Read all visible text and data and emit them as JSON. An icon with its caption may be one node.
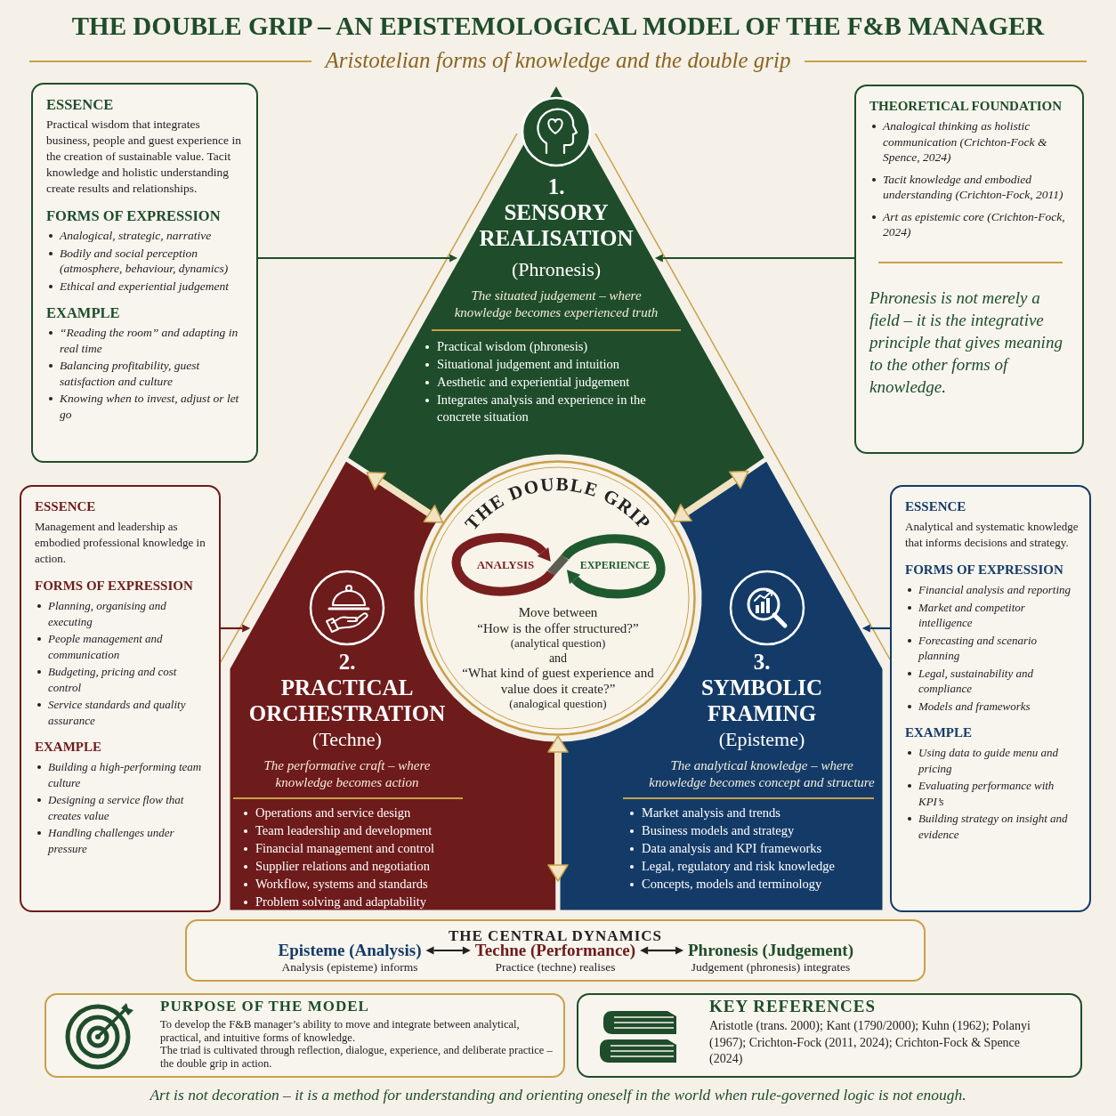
{
  "diagram": {
    "title": "THE DOUBLE GRIP – AN EPISTEMOLOGICAL MODEL OF THE F&B MANAGER",
    "caption": "Art is not decoration – it is a method for understanding and orienting oneself in the world when rule-governed logic is not enough.",
    "nodes": [
      {
        "text": [
          "ESSENCE",
          "Practical wisdom that integrates business, people and guest experience in the creation of sustainable value. Tacit knowledge and holistic understanding create results and relationships.",
          "FORMS OF EXPRESSION",
          "Analogical, strategic, narrative",
          "Bodily and social perception (atmosphere, behaviour, dynamics)",
          "Ethical and experiential judgement",
          "EXAMPLE",
          "“Reading the room” and adapting in real time",
          "Balancing profitability, guest satisfaction and culture",
          "Knowing when to invest, adjust or let go"
        ]
      },
      {
        "text": [
          "1.",
          "SENSORY REALISATION",
          "(Phronesis)",
          "The situated judgement – where knowledge becomes experienced truth",
          "Practical wisdom (phronesis)",
          "Situational judgement and intuition",
          "Aesthetic and experiential judgement",
          "Integrates analysis and experience in the concrete situation"
        ]
      },
      {
        "text": [
          "THEORETICAL FOUNDATION",
          "Analogical thinking as holistic communication (Crichton-Fock & Spence, 2024)",
          "Tacit knowledge and embodied understanding (Crichton-Fock, 2011)",
          "Art as epistemic core (Crichton-Fock, 2024)",
          "Phronesis is not merely a field – it is the integrative principle that gives meaning to the other forms of knowledge."
        ]
      },
      {
        "text": [
          "ESSENCE",
          "Management and leadership as embodied professional knowledge in action.",
          "FORMS OF EXPRESSION",
          "Planning, organising and executing",
          "People management and communication",
          "Budgeting, pricing and cost control",
          "Service standards and quality assurance",
          "EXAMPLE",
          "Building a high-performing team culture",
          "Designing a service flow that creates value",
          "Handling challenges under pressure"
        ]
      },
      {
        "text": [
          "2.",
          "PRACTICAL ORCHESTRATION",
          "(Techne)",
          "The performative craft – where knowledge becomes action",
          "Operations and service design",
          "Team leadership and development",
          "Financial management and control",
          "Supplier relations and negotiation",
          "Workflow, systems and standards",
          "Problem solving and adaptability"
        ]
      },
      {
        "text": [
          "THE DOUBLE GRIP",
          "ANALYSIS",
          "EXPERIENCE",
          "Move between",
          "“How is the offer structured?”",
          "(analytical question)",
          "and",
          "“What kind of guest experience and value does it create?”",
          "(analogical question)"
        ]
      },
      {
        "text": [
          "3.",
          "SYMBOLIC FRAMING",
          "(Episteme)",
          "The analytical knowledge – where knowledge becomes concept and structure",
          "Market analysis and trends",
          "Business models and strategy",
          "Data analysis and KPI frameworks",
          "Legal, regulatory and risk knowledge",
          "Concepts, models and terminology"
        ]
      },
      {
        "text": [
          "ESSENCE",
          "Analytical and systematic knowledge that informs decisions and strategy.",
          "FORMS OF EXPRESSION",
          "Financial analysis and reporting",
          "Market and competitor intelligence",
          "Forecasting and scenario planning",
          "Legal, sustainability and compliance",
          "Models and frameworks",
          "EXAMPLE",
          "Using data to guide menu and pricing",
          "Evaluating performance with KPI’s",
          "Building strategy on insight and evidence"
        ]
      },
      {
        "text": [
          "THE CENTRAL DYNAMICS"
        ]
      },
      {
        "text": [
          "Episteme (Analysis)",
          "Analysis (episteme) informs"
        ],
        "in": 8
      },
      {
        "text": [
          "Techne (Performance)",
          "Practice (techne) realises"
        ],
        "in": 8
      },
      {
        "text": [
          "Phronesis (Judgement)",
          "Judgement (phronesis) integrates"
        ],
        "in": 8
      },
      {
        "text": [
          "PURPOSE OF THE MODEL",
          "To develop the F&B manager’s ability to move and integrate between analytical, practical, and intuitive forms of knowledge.",
          "The triad is cultivated through reflection, dialogue, experience, and deliberate practice – the double grip in action."
        ]
      },
      {
        "text": [
          "KEY REFERENCES",
          "Aristotle (trans. 2000); Kant (1790/2000); Kuhn (1962); Polanyi (1967); Crichton-Fock (2011, 2024); Crichton-Fock & Spence (2024)"
        ]
      }
    ],
    "edges": [
      {
        "from": 0,
        "to": 1,
        "arrow": "to",
        "color": "#1f4d2b"
      },
      {
        "from": 2,
        "to": 1,
        "arrow": "to",
        "color": "#1f4d2b"
      },
      {
        "from": 3,
        "to": 4,
        "arrow": "to",
        "color": "#6e1b1b"
      },
      {
        "from": 7,
        "to": 6,
        "arrow": "to",
        "color": "#143b68"
      },
      {
        "from": 5,
        "to": 4,
        "arrow": "both",
        "style": "thick",
        "color": "#f1e3c2"
      },
      {
        "from": 5,
        "to": 6,
        "arrow": "both",
        "style": "thick",
        "color": "#f1e3c2"
      },
      {
        "from": 5,
        "to": 6,
        "arrow": "both",
        "style": "thick",
        "color": "#f1e3c2"
      },
      {
        "from": 9,
        "to": 10,
        "arrow": "both",
        "color": "#222222"
      },
      {
        "from": 10,
        "to": 11,
        "arrow": "both",
        "color": "#222222"
      }
    ],
    "labels": [
      "Aristotelian forms of knowledge and the double grip"
    ]
  }
}
